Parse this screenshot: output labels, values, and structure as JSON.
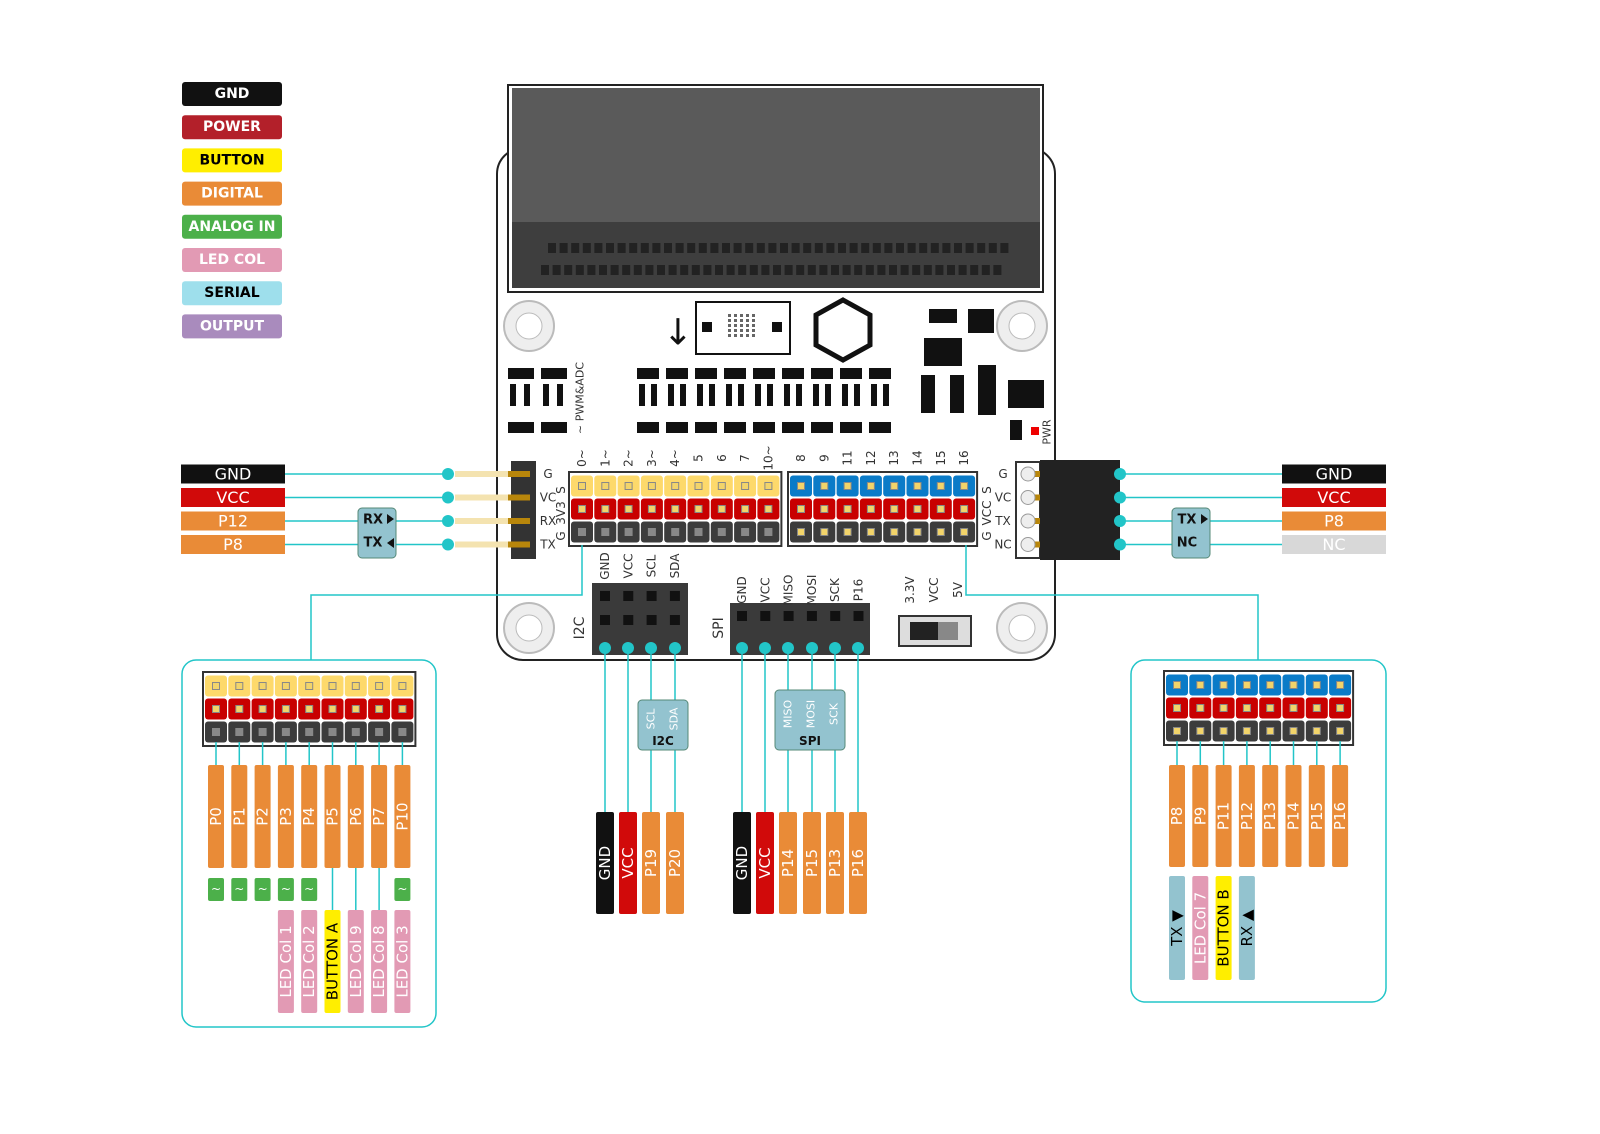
{
  "legend": [
    {
      "label": "GND",
      "bg": "#111111",
      "fg": "#ffffff"
    },
    {
      "label": "POWER",
      "bg": "#b3202a",
      "fg": "#ffffff"
    },
    {
      "label": "BUTTON",
      "bg": "#ffee00",
      "fg": "#000000"
    },
    {
      "label": "DIGITAL",
      "bg": "#e98b37",
      "fg": "#ffffff"
    },
    {
      "label": "ANALOG IN",
      "bg": "#4cb04a",
      "fg": "#ffffff"
    },
    {
      "label": "LED COL",
      "bg": "#e29ab4",
      "fg": "#ffffff"
    },
    {
      "label": "SERIAL",
      "bg": "#9edfec",
      "fg": "#000000"
    },
    {
      "label": "OUTPUT",
      "bg": "#a98bbd",
      "fg": "#ffffff"
    }
  ],
  "colors": {
    "gnd": "#111111",
    "vcc": "#d10a0a",
    "digital": "#e98b37",
    "analog": "#4cb04a",
    "led": "#e29ab4",
    "button": "#ffee00",
    "serial": "#93c3cf",
    "nc": "#d8d8d8",
    "wire": "#22c5c8",
    "sig_yellow": "#fdd96b",
    "sig_blue": "#0a7bc8",
    "header_red": "#c80000",
    "header_dark": "#3c3c3c"
  },
  "left_connector": {
    "labels": [
      {
        "text": "GND",
        "kind": "gnd"
      },
      {
        "text": "VCC",
        "kind": "vcc"
      },
      {
        "text": "P12",
        "kind": "digital"
      },
      {
        "text": "P8",
        "kind": "digital"
      }
    ],
    "serial": [
      "RX",
      "TX"
    ],
    "pins": [
      "G",
      "VC",
      "RX",
      "TX"
    ]
  },
  "right_connector": {
    "labels": [
      {
        "text": "GND",
        "kind": "gnd"
      },
      {
        "text": "VCC",
        "kind": "vcc"
      },
      {
        "text": "P8",
        "kind": "digital"
      },
      {
        "text": "NC",
        "kind": "nc"
      }
    ],
    "serial": [
      "TX",
      "NC"
    ],
    "pins": [
      "G",
      "VC",
      "TX",
      "NC"
    ]
  },
  "board": {
    "pwm_label": "~ PWM&ADC",
    "left_header_cols": [
      "0~",
      "1~",
      "2~",
      "3~",
      "4~",
      "5",
      "6",
      "7",
      "10~"
    ],
    "right_header_cols": [
      "8",
      "9",
      "11",
      "12",
      "13",
      "14",
      "15",
      "16"
    ],
    "left_row_labels": [
      "S",
      "3V3",
      "G"
    ],
    "right_row_labels": [
      "S",
      "VCC",
      "G"
    ],
    "i2c_title": "I2C",
    "i2c_cols": [
      "GND",
      "VCC",
      "SCL",
      "SDA"
    ],
    "spi_title": "SPI",
    "spi_cols": [
      "GND",
      "VCC",
      "MISO",
      "MOSI",
      "SCK",
      "P16"
    ],
    "power_switch": [
      "3.3V",
      "VCC",
      "5V"
    ],
    "pwr_led": "PWR"
  },
  "left_panel": {
    "pins": [
      "P0",
      "P1",
      "P2",
      "P3",
      "P4",
      "P5",
      "P6",
      "P7",
      "P10"
    ],
    "analog": [
      true,
      true,
      true,
      true,
      true,
      false,
      false,
      false,
      true
    ],
    "analog_symbol": "~",
    "extra": [
      null,
      null,
      null,
      {
        "text": "LED Col 1",
        "kind": "led"
      },
      {
        "text": "LED Col 2",
        "kind": "led"
      },
      {
        "text": "BUTTON A",
        "kind": "button"
      },
      {
        "text": "LED Col 9",
        "kind": "led"
      },
      {
        "text": "LED Col 8",
        "kind": "led"
      },
      {
        "text": "LED Col 3",
        "kind": "led"
      }
    ]
  },
  "right_panel": {
    "pins": [
      "P8",
      "P9",
      "P11",
      "P12",
      "P13",
      "P14",
      "P15",
      "P16"
    ],
    "extra": [
      {
        "text": "TX ▼",
        "kind": "serial"
      },
      {
        "text": "LED Col 7",
        "kind": "led"
      },
      {
        "text": "BUTTON B",
        "kind": "button"
      },
      {
        "text": "RX ▲",
        "kind": "serial"
      },
      null,
      null,
      null,
      null
    ]
  },
  "i2c_breakout": {
    "box_labels": [
      "SCL",
      "SDA"
    ],
    "box_title": "I2C",
    "bars": [
      {
        "text": "GND",
        "kind": "gnd"
      },
      {
        "text": "VCC",
        "kind": "vcc"
      },
      {
        "text": "P19",
        "kind": "digital"
      },
      {
        "text": "P20",
        "kind": "digital"
      }
    ]
  },
  "spi_breakout": {
    "box_labels": [
      "MISO",
      "MOSI",
      "SCK"
    ],
    "box_title": "SPI",
    "bars": [
      {
        "text": "GND",
        "kind": "gnd"
      },
      {
        "text": "VCC",
        "kind": "vcc"
      },
      {
        "text": "P14",
        "kind": "digital"
      },
      {
        "text": "P15",
        "kind": "digital"
      },
      {
        "text": "P13",
        "kind": "digital"
      },
      {
        "text": "P16",
        "kind": "digital"
      }
    ]
  }
}
